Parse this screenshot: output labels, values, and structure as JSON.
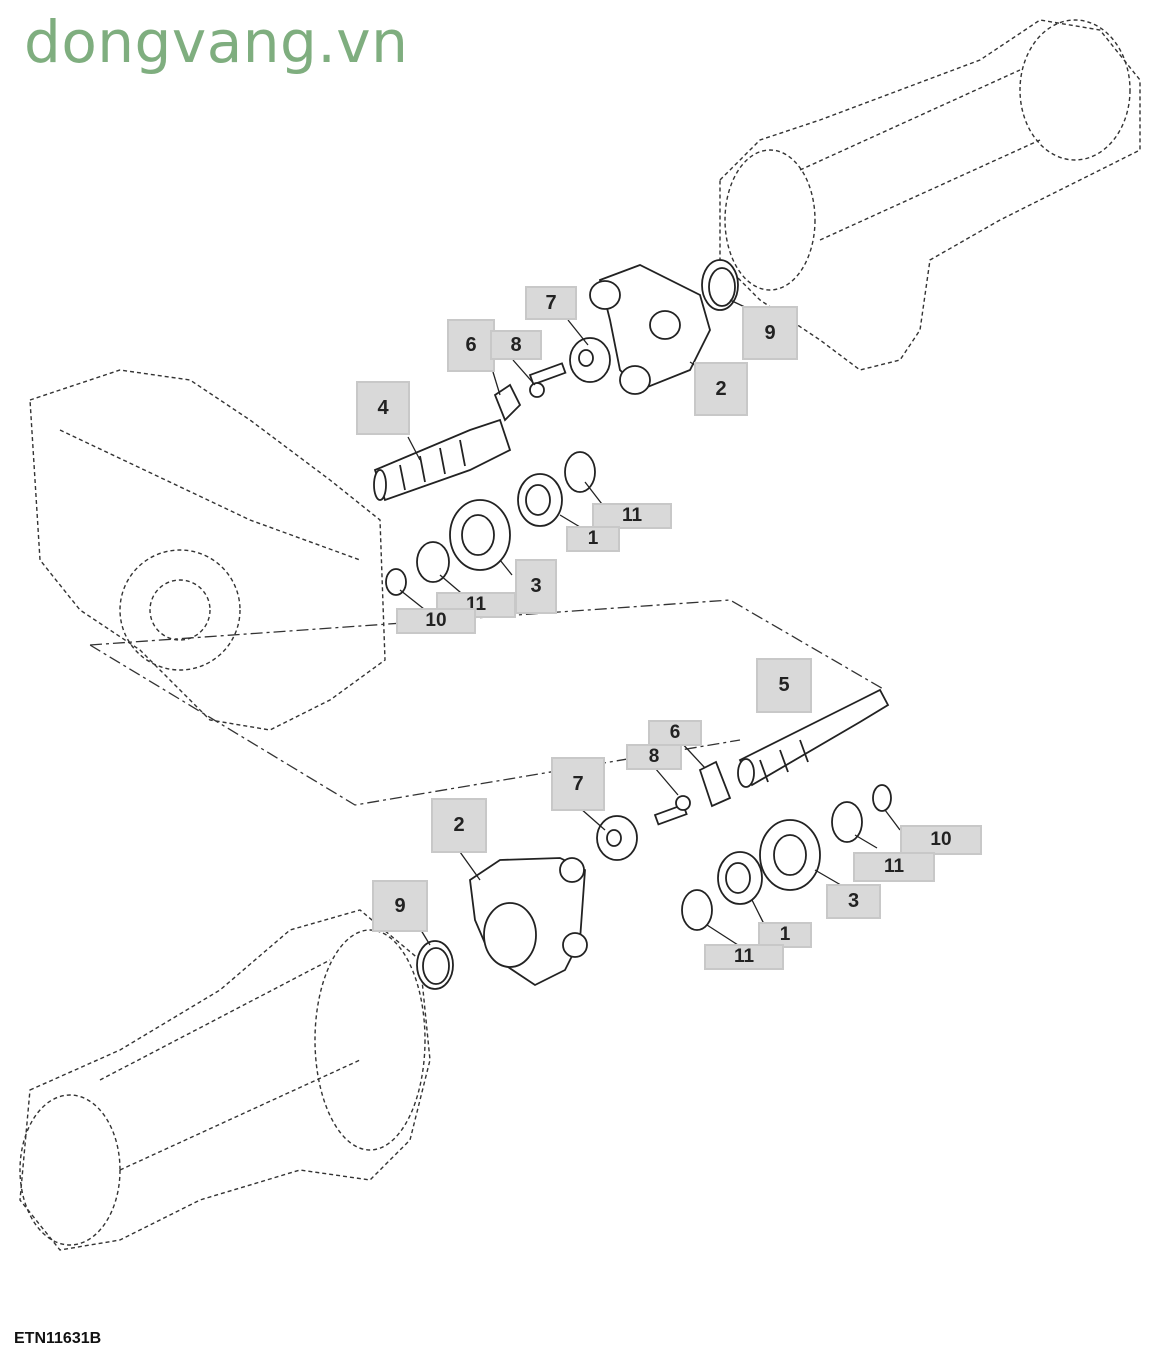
{
  "watermark": "dongvang.vn",
  "figure_id": "ETN11631B",
  "callouts": {
    "top_7": "7",
    "top_6": "6",
    "top_8": "8",
    "top_4": "4",
    "top_2": "2",
    "top_9": "9",
    "top_11a": "11",
    "top_1": "1",
    "top_3": "3",
    "top_11b": "11",
    "top_10": "10",
    "bot_5": "5",
    "bot_6": "6",
    "bot_8": "8",
    "bot_7": "7",
    "bot_2": "2",
    "bot_10": "10",
    "bot_11a": "11",
    "bot_3": "3",
    "bot_9": "9",
    "bot_1": "1",
    "bot_11b": "11"
  }
}
